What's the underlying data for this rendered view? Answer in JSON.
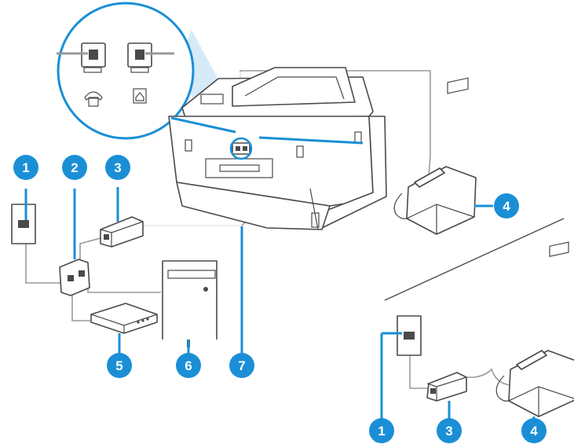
{
  "colors": {
    "accent": "#1a8fd6",
    "ink": "#4a4a4a",
    "cable": "#9a9a9a"
  },
  "callouts": [
    {
      "id": "wall-jack",
      "label": "1"
    },
    {
      "id": "splitter",
      "label": "2"
    },
    {
      "id": "dsl-filter",
      "label": "3"
    },
    {
      "id": "telephone",
      "label": "4"
    },
    {
      "id": "modem",
      "label": "5"
    },
    {
      "id": "computer",
      "label": "6"
    },
    {
      "id": "phone-cord",
      "label": "7"
    },
    {
      "id": "wall-jack-inset",
      "label": "1"
    },
    {
      "id": "dsl-filter-inset",
      "label": "3"
    },
    {
      "id": "telephone-inset",
      "label": "4"
    }
  ],
  "icons": {
    "port_ext": "telephone-icon",
    "port_line": "wall-jack-icon"
  }
}
